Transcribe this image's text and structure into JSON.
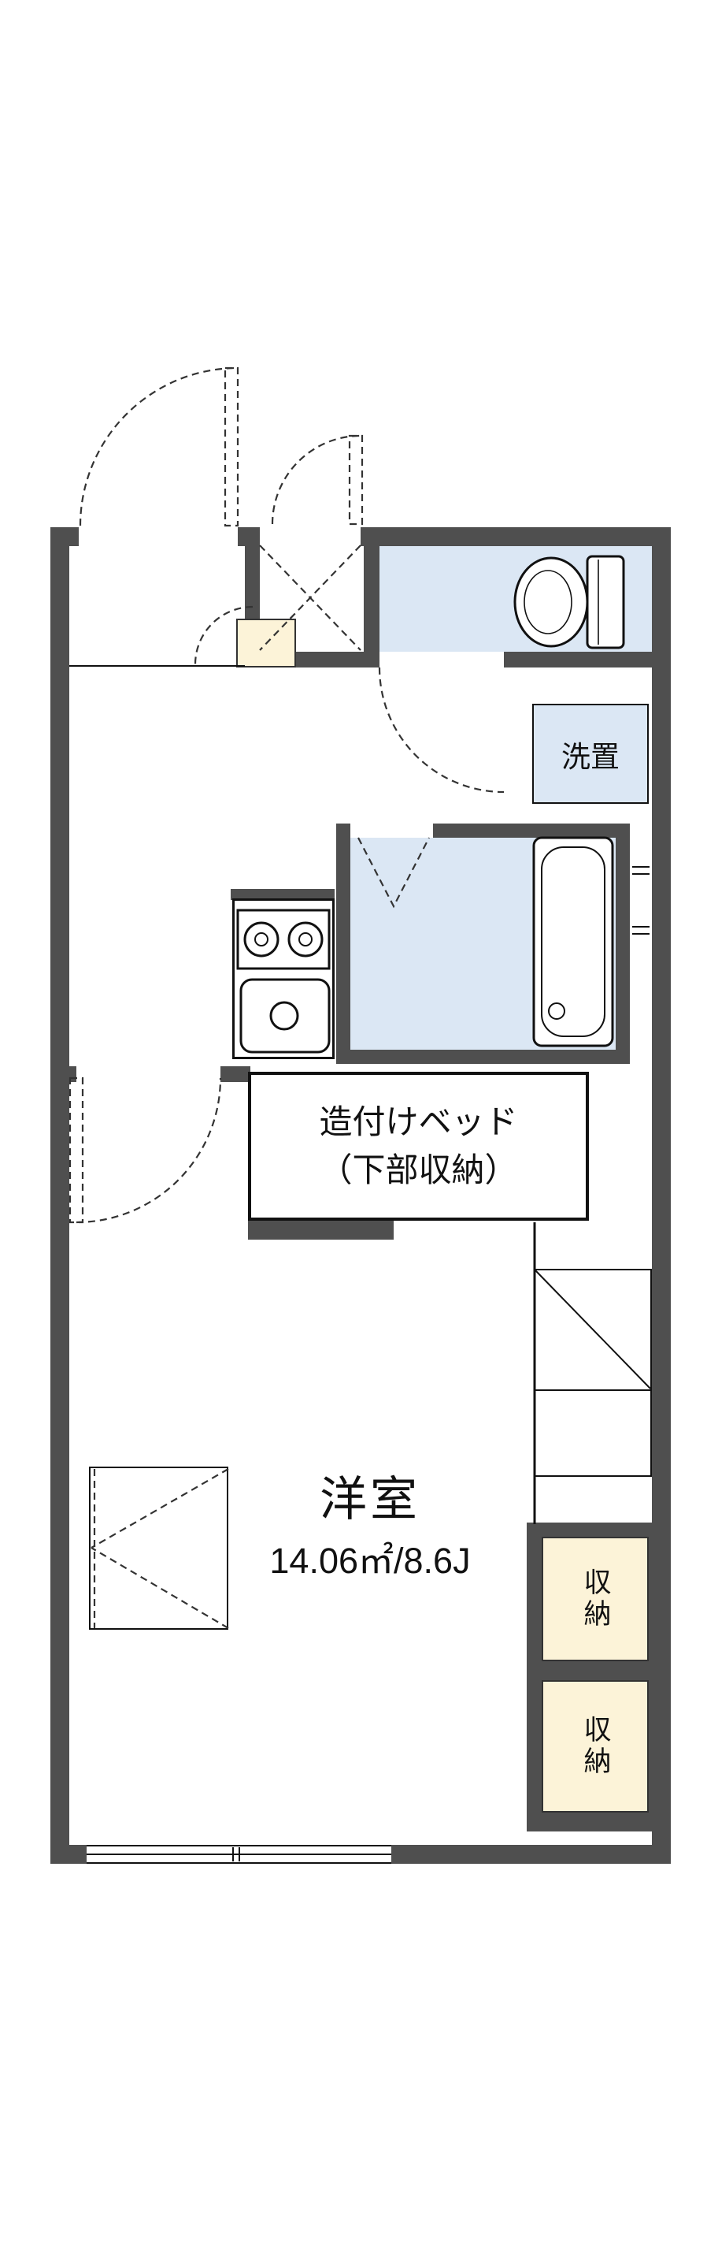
{
  "labels": {
    "bed_line1": "造付けベッド",
    "bed_line2": "（下部収納）",
    "washer": "洗置",
    "room_name": "洋室",
    "room_size": "14.06㎡/8.6J",
    "storage": [
      "収納",
      "収納"
    ]
  },
  "fixtures": [
    "toilet",
    "washing-machine-space",
    "bathtub",
    "kitchen-stove",
    "kitchen-sink",
    "built-in-bed",
    "storage-closet",
    "storage-closet"
  ],
  "colors": {
    "wall": "#4f4f4f",
    "wet": "#dbe7f4",
    "cream": "#fcf3d8",
    "line": "#111111",
    "dash": "#333333"
  }
}
